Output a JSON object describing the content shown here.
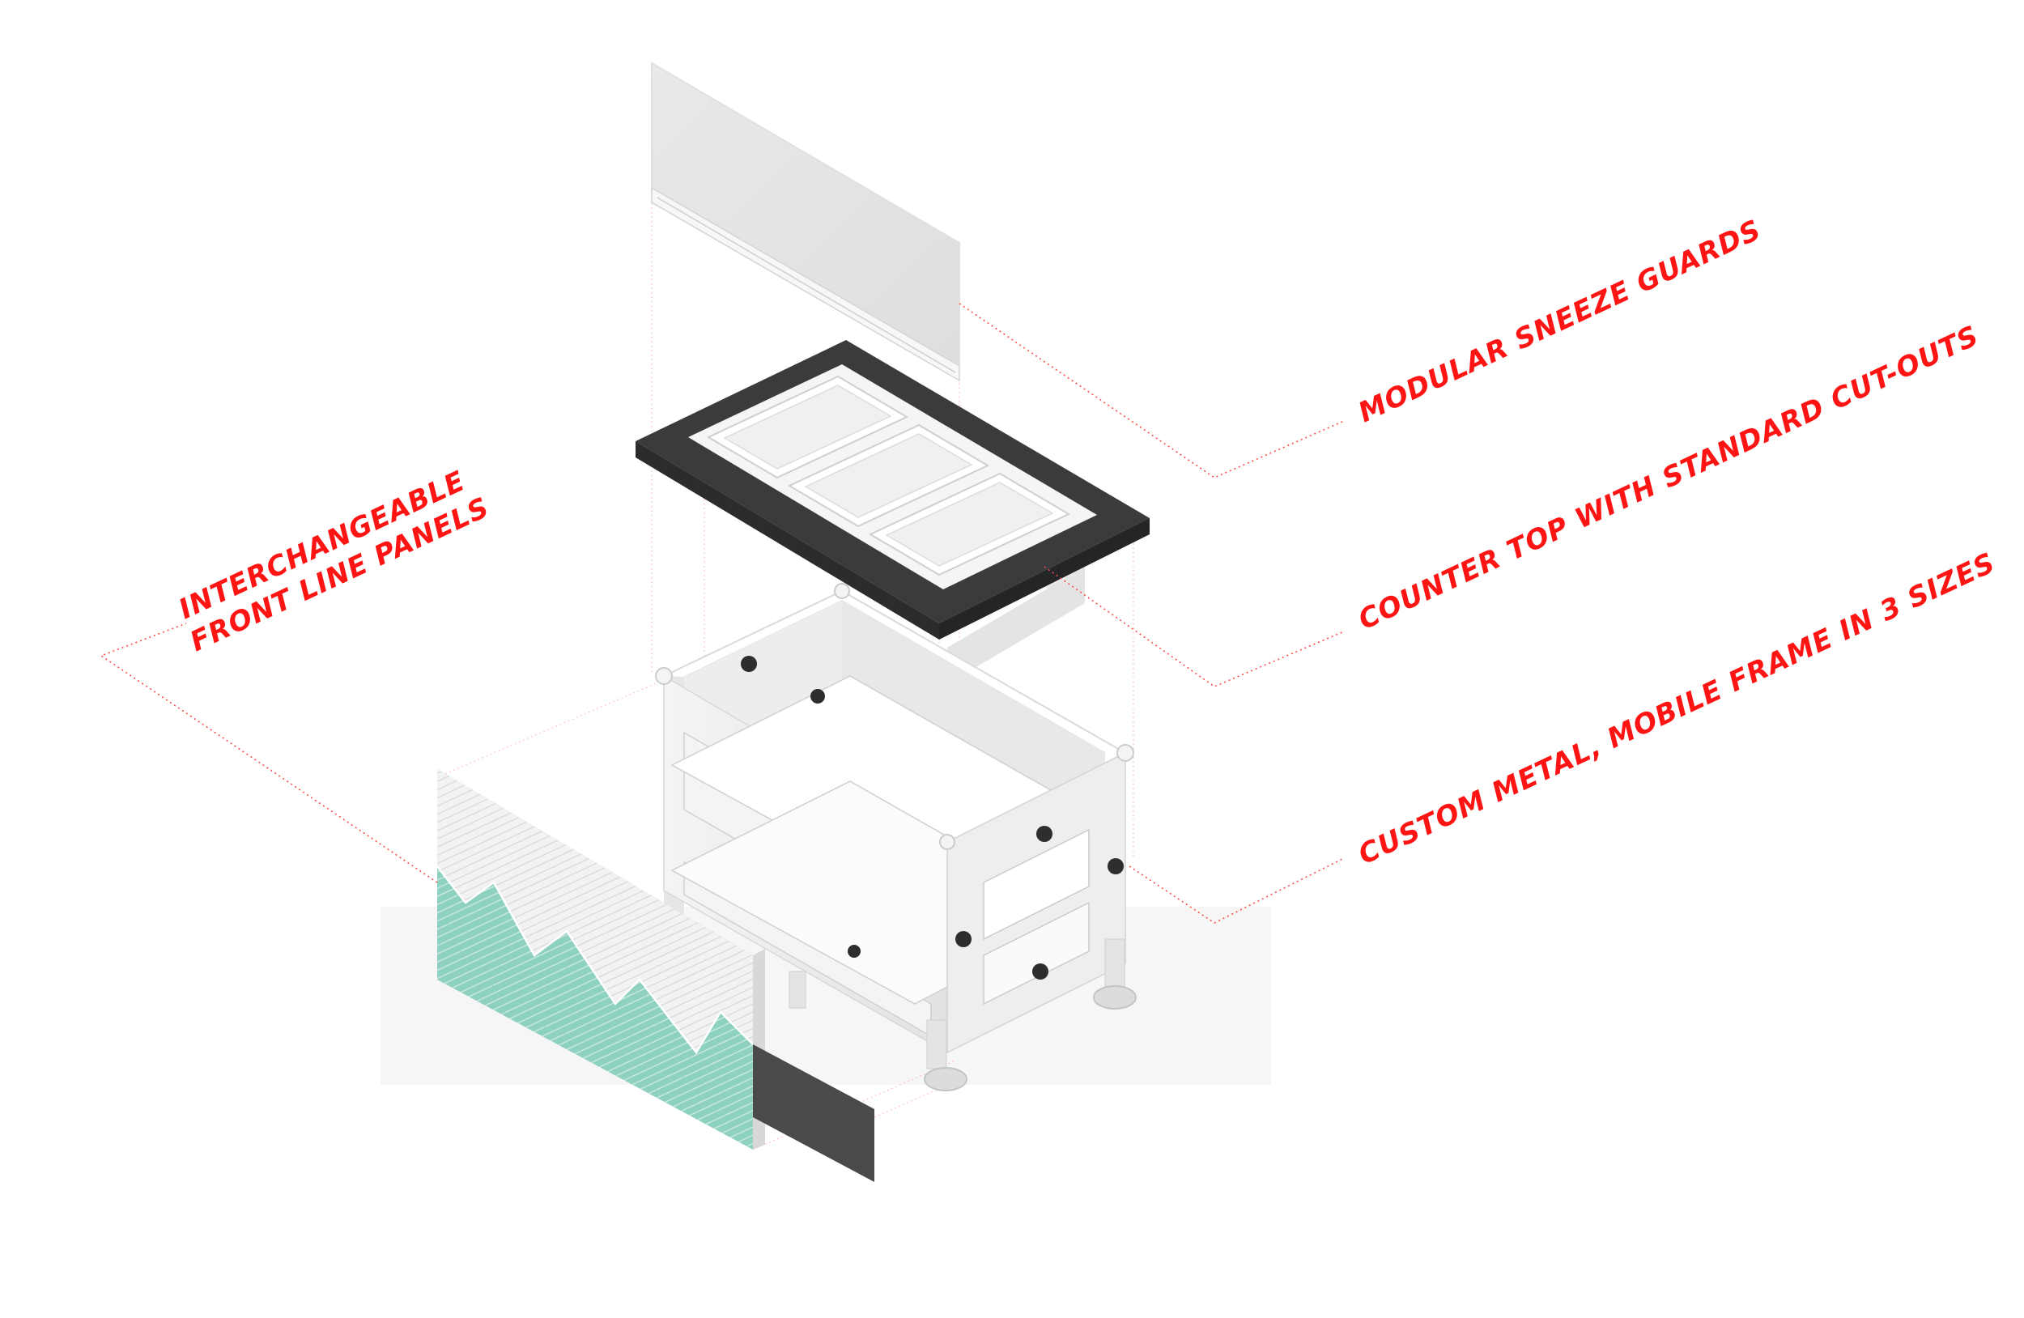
{
  "diagram": {
    "colors": {
      "callout_text": "#ff1414",
      "leader_line": "#ff4a4a",
      "countertop_frame": "#3a3b3d",
      "panel_teal": "#8ed1c0",
      "panel_white": "#f2f2f2",
      "kick_plate": "#4a4a4a",
      "frame_metal": "#ececec"
    },
    "callouts": {
      "sneeze_guards": "MODULAR SNEEZE GUARDS",
      "counter_top": "COUNTER TOP WITH STANDARD CUT-OUTS",
      "frame": "CUSTOM METAL, MOBILE FRAME IN 3 SIZES",
      "panels_line1": "INTERCHANGEABLE",
      "panels_line2": "FRONT LINE PANELS"
    }
  }
}
